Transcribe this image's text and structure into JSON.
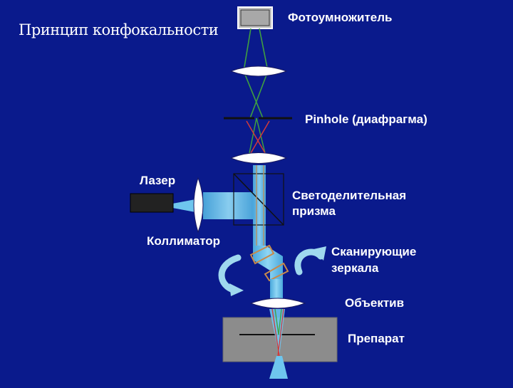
{
  "slide": {
    "title": "Принцип конфокальности",
    "background_color": "#0a1a8c"
  },
  "labels": {
    "photomultiplier": "Фотоумножитель",
    "pinhole": "Pinhole (диафрагма)",
    "laser": "Лазер",
    "beam_splitter_line1": "Светоделительная",
    "beam_splitter_line2": "призма",
    "collimator": "Коллиматор",
    "scan_mirrors_line1": "Сканирующие",
    "scan_mirrors_line2": "зеркала",
    "objective": "Объектив",
    "specimen": "Препарат"
  },
  "colors": {
    "beam": "#6ec6ee",
    "lens": "#ffffff",
    "green_ray": "#3fa040",
    "red_ray": "#d23a3a",
    "prism_ray": "#b89060",
    "specimen_box": "#8c8c8c",
    "detector": "#c0c0c0",
    "laser_body": "#222222",
    "arrow": "#9fd8ee"
  }
}
